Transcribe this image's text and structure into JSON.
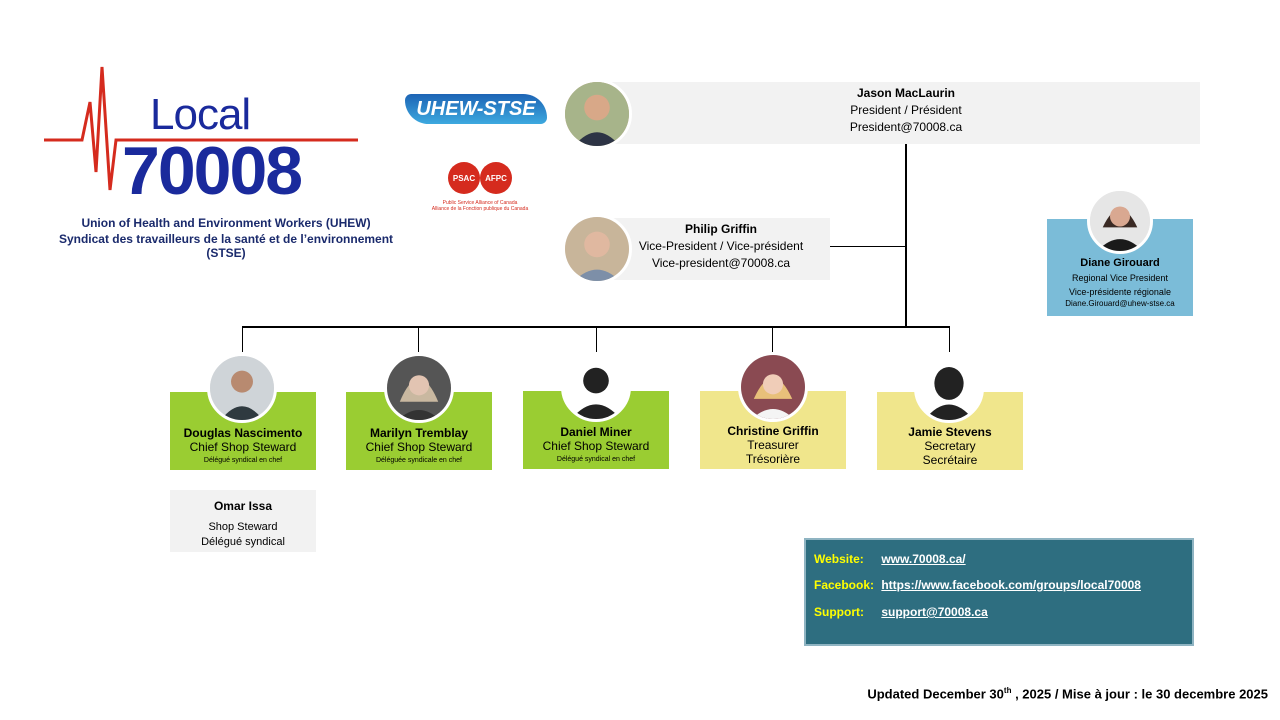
{
  "logo": {
    "local": "Local",
    "number": "70008"
  },
  "org": {
    "line1": "Union of Health and Environment Workers (UHEW)",
    "line2": "Syndicat des travailleurs de la santé et de l’environnement (STSE)"
  },
  "uhew_logo": "UHEW-STSE",
  "psac": {
    "left": "PSAC",
    "right": "AFPC",
    "caption1": "Public Service Alliance of Canada",
    "caption2": "Alliance de la Fonction publique du Canada"
  },
  "president": {
    "name": "Jason MacLaurin",
    "title": "President / Président",
    "email": "President@70008.ca"
  },
  "vp": {
    "name": "Philip Griffin",
    "title": "Vice-President / Vice-président",
    "email": "Vice-president@70008.ca"
  },
  "rvp": {
    "name": "Diane Girouard",
    "title_en": "Regional Vice President",
    "title_fr": "Vice-présidente régionale",
    "email": "Diane.Girouard@uhew-stse.ca"
  },
  "stewards": [
    {
      "name": "Douglas Nascimento",
      "role": "Chief Shop Steward",
      "role_fr": "Délégué syndical en chef"
    },
    {
      "name": "Marilyn Tremblay",
      "role": "Chief Shop Steward",
      "role_fr": "Déléguée syndicale en chef"
    },
    {
      "name": "Daniel Miner",
      "role": "Chief Shop Steward",
      "role_fr": "Délégué syndical en chef"
    }
  ],
  "treasurer": {
    "name": "Christine Griffin",
    "role": "Treasurer",
    "role_fr": "Trésorière"
  },
  "secretary": {
    "name": "Jamie Stevens",
    "role": "Secretary",
    "role_fr": "Secrétaire"
  },
  "steward": {
    "name": "Omar Issa",
    "role": "Shop Steward",
    "role_fr": "Délégué syndical"
  },
  "links": {
    "website_label": "Website:",
    "website": "www.70008.ca/",
    "facebook_label": "Facebook:",
    "facebook": "https://www.facebook.com/groups/local70008",
    "support_label": "Support:",
    "support": "support@70008.ca"
  },
  "updated": {
    "prefix": "Updated December 30",
    "sup": "th",
    "suffix": " , 2025 / Mise à jour : le 30 decembre 2025"
  },
  "colors": {
    "green": "#9acd32",
    "yellow": "#f0e68c",
    "blue": "#7bbcd8",
    "links_bg": "#2e6e80",
    "accent_yellow": "#ffff00"
  }
}
